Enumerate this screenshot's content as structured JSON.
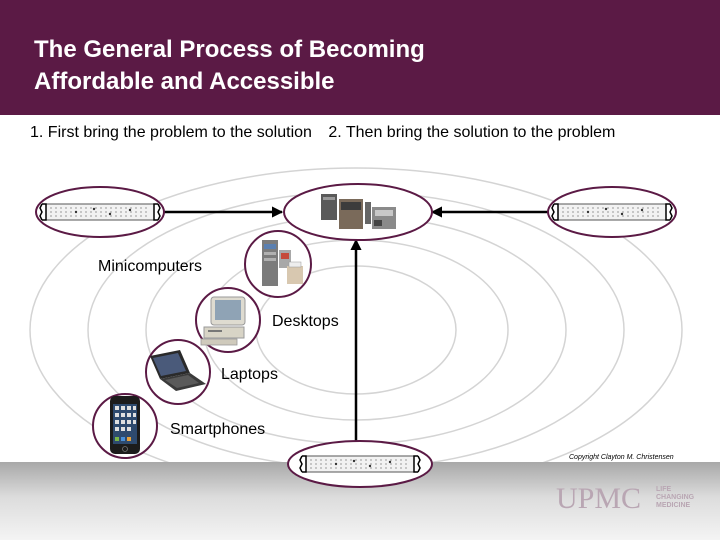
{
  "title": {
    "line1": "The General Process of Becoming",
    "line2": "Affordable and Accessible"
  },
  "subtitle": {
    "step1": "1. First bring the problem to the solution",
    "step2": "2. Then bring the solution to the problem"
  },
  "labels": {
    "minicomputers": "Minicomputers",
    "desktops": "Desktops",
    "laptops": "Laptops",
    "smartphones": "Smartphones"
  },
  "icons": {
    "mainframe": "mainframe-computer-icon",
    "minicomputer": "minicomputer-icon",
    "desktop": "desktop-computer-icon",
    "laptop": "laptop-icon",
    "smartphone": "smartphone-icon",
    "paper_tape": "paper-tape-icon"
  },
  "footer": {
    "copyright": "Copyright Clayton M. Christensen",
    "logo": "UPMC",
    "tagline": [
      "LIFE",
      "CHANGING",
      "MEDICINE"
    ]
  },
  "colors": {
    "header": "#5b1a45",
    "node_border": "#5b1a45",
    "arrow": "#000000"
  }
}
